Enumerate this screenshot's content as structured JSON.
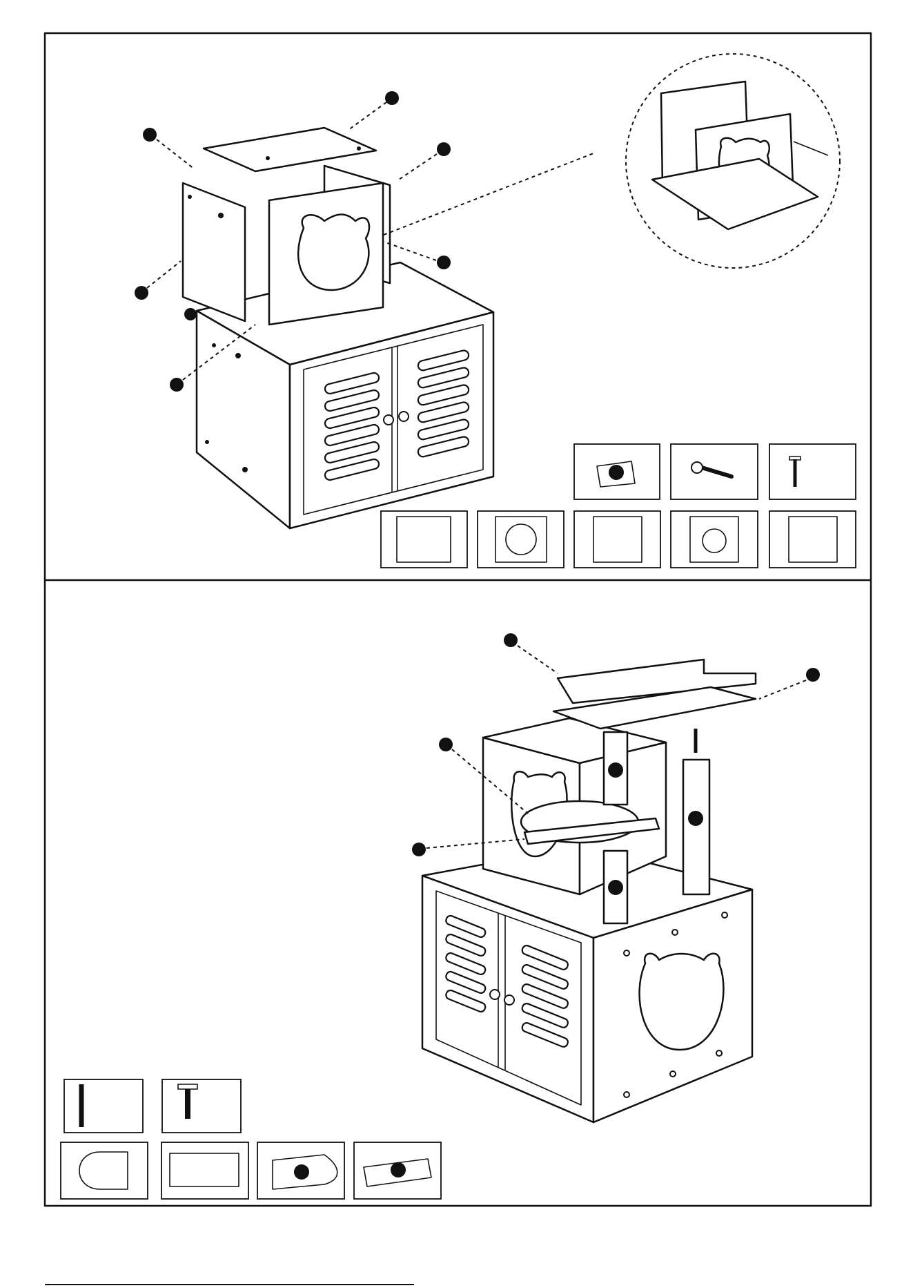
{
  "page": {
    "title": "",
    "steps": [
      {
        "callouts": [
          {
            "id": "top-board"
          },
          {
            "id": "left-side-panel"
          },
          {
            "id": "rear-panel"
          },
          {
            "id": "front-cat-panel"
          },
          {
            "id": "left-upper"
          },
          {
            "id": "dowel"
          },
          {
            "id": "cam-lock-top"
          }
        ],
        "hardware": [
          {
            "name": "cover-plate-icon"
          },
          {
            "name": "cam-lock-bolt-icon"
          },
          {
            "name": "wood-screw-icon"
          }
        ],
        "panels": [
          {
            "name": "square-panel-holes-icon"
          },
          {
            "name": "round-hole-panel-icon"
          },
          {
            "name": "square-panel-plain-icon"
          },
          {
            "name": "cat-head-panel-icon"
          },
          {
            "name": "blank-panel-icon"
          }
        ]
      },
      {
        "callouts": [
          {
            "id": "upper-slotted-board"
          },
          {
            "id": "lower-board"
          },
          {
            "id": "cat-platform"
          },
          {
            "id": "platform-dowel"
          },
          {
            "id": "post-upper"
          },
          {
            "id": "post-lower"
          },
          {
            "id": "tall-post"
          }
        ],
        "hardware": [
          {
            "name": "threaded-rod-icon"
          },
          {
            "name": "bolt-icon"
          }
        ],
        "panels": [
          {
            "name": "rounded-shelf-icon"
          },
          {
            "name": "rect-board-icon"
          },
          {
            "name": "slotted-shelf-icon"
          },
          {
            "name": "slotted-board-icon"
          }
        ]
      }
    ]
  }
}
